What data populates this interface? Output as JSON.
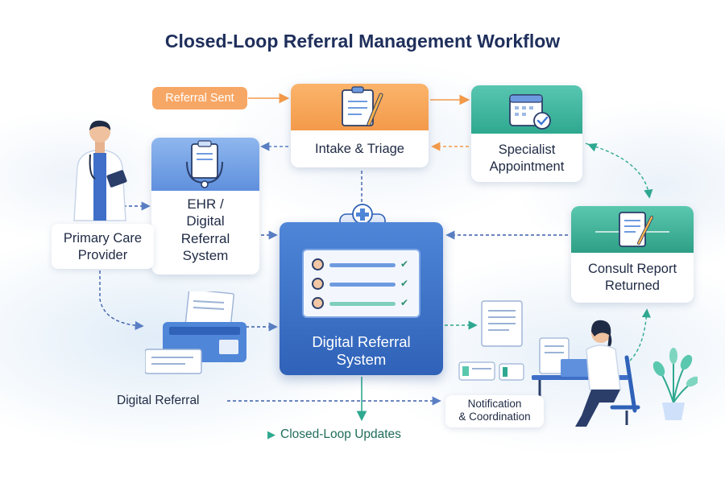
{
  "title": "Closed-Loop Referral Management Workflow",
  "nodes": {
    "referral_sent": "Referral Sent",
    "intake_triage": "Intake & Triage",
    "specialist_appointment": [
      "Specialist",
      "Appointment"
    ],
    "ehr": [
      "EHR /",
      "Digital",
      "Referral",
      "System"
    ],
    "primary_care": [
      "Primary Care",
      "Provider"
    ],
    "consult_report": [
      "Consult Report",
      "Returned"
    ],
    "digital_system": [
      "Digital Referral",
      "System"
    ],
    "notification": [
      "Notification",
      "& Coordination"
    ],
    "digital_referral": "Digital Referral",
    "closed_loop": "Closed-Loop Updates"
  },
  "icons": {
    "intake": "clipboard-pen-icon",
    "specialist": "calendar-check-icon",
    "ehr": "document-stethoscope-icon",
    "consult": "report-pen-icon",
    "system": "medical-cross-icon"
  },
  "colors": {
    "orange": "#f39a4a",
    "teal": "#2fa890",
    "blue": "#5f90dd",
    "navy": "#2f62b8"
  }
}
